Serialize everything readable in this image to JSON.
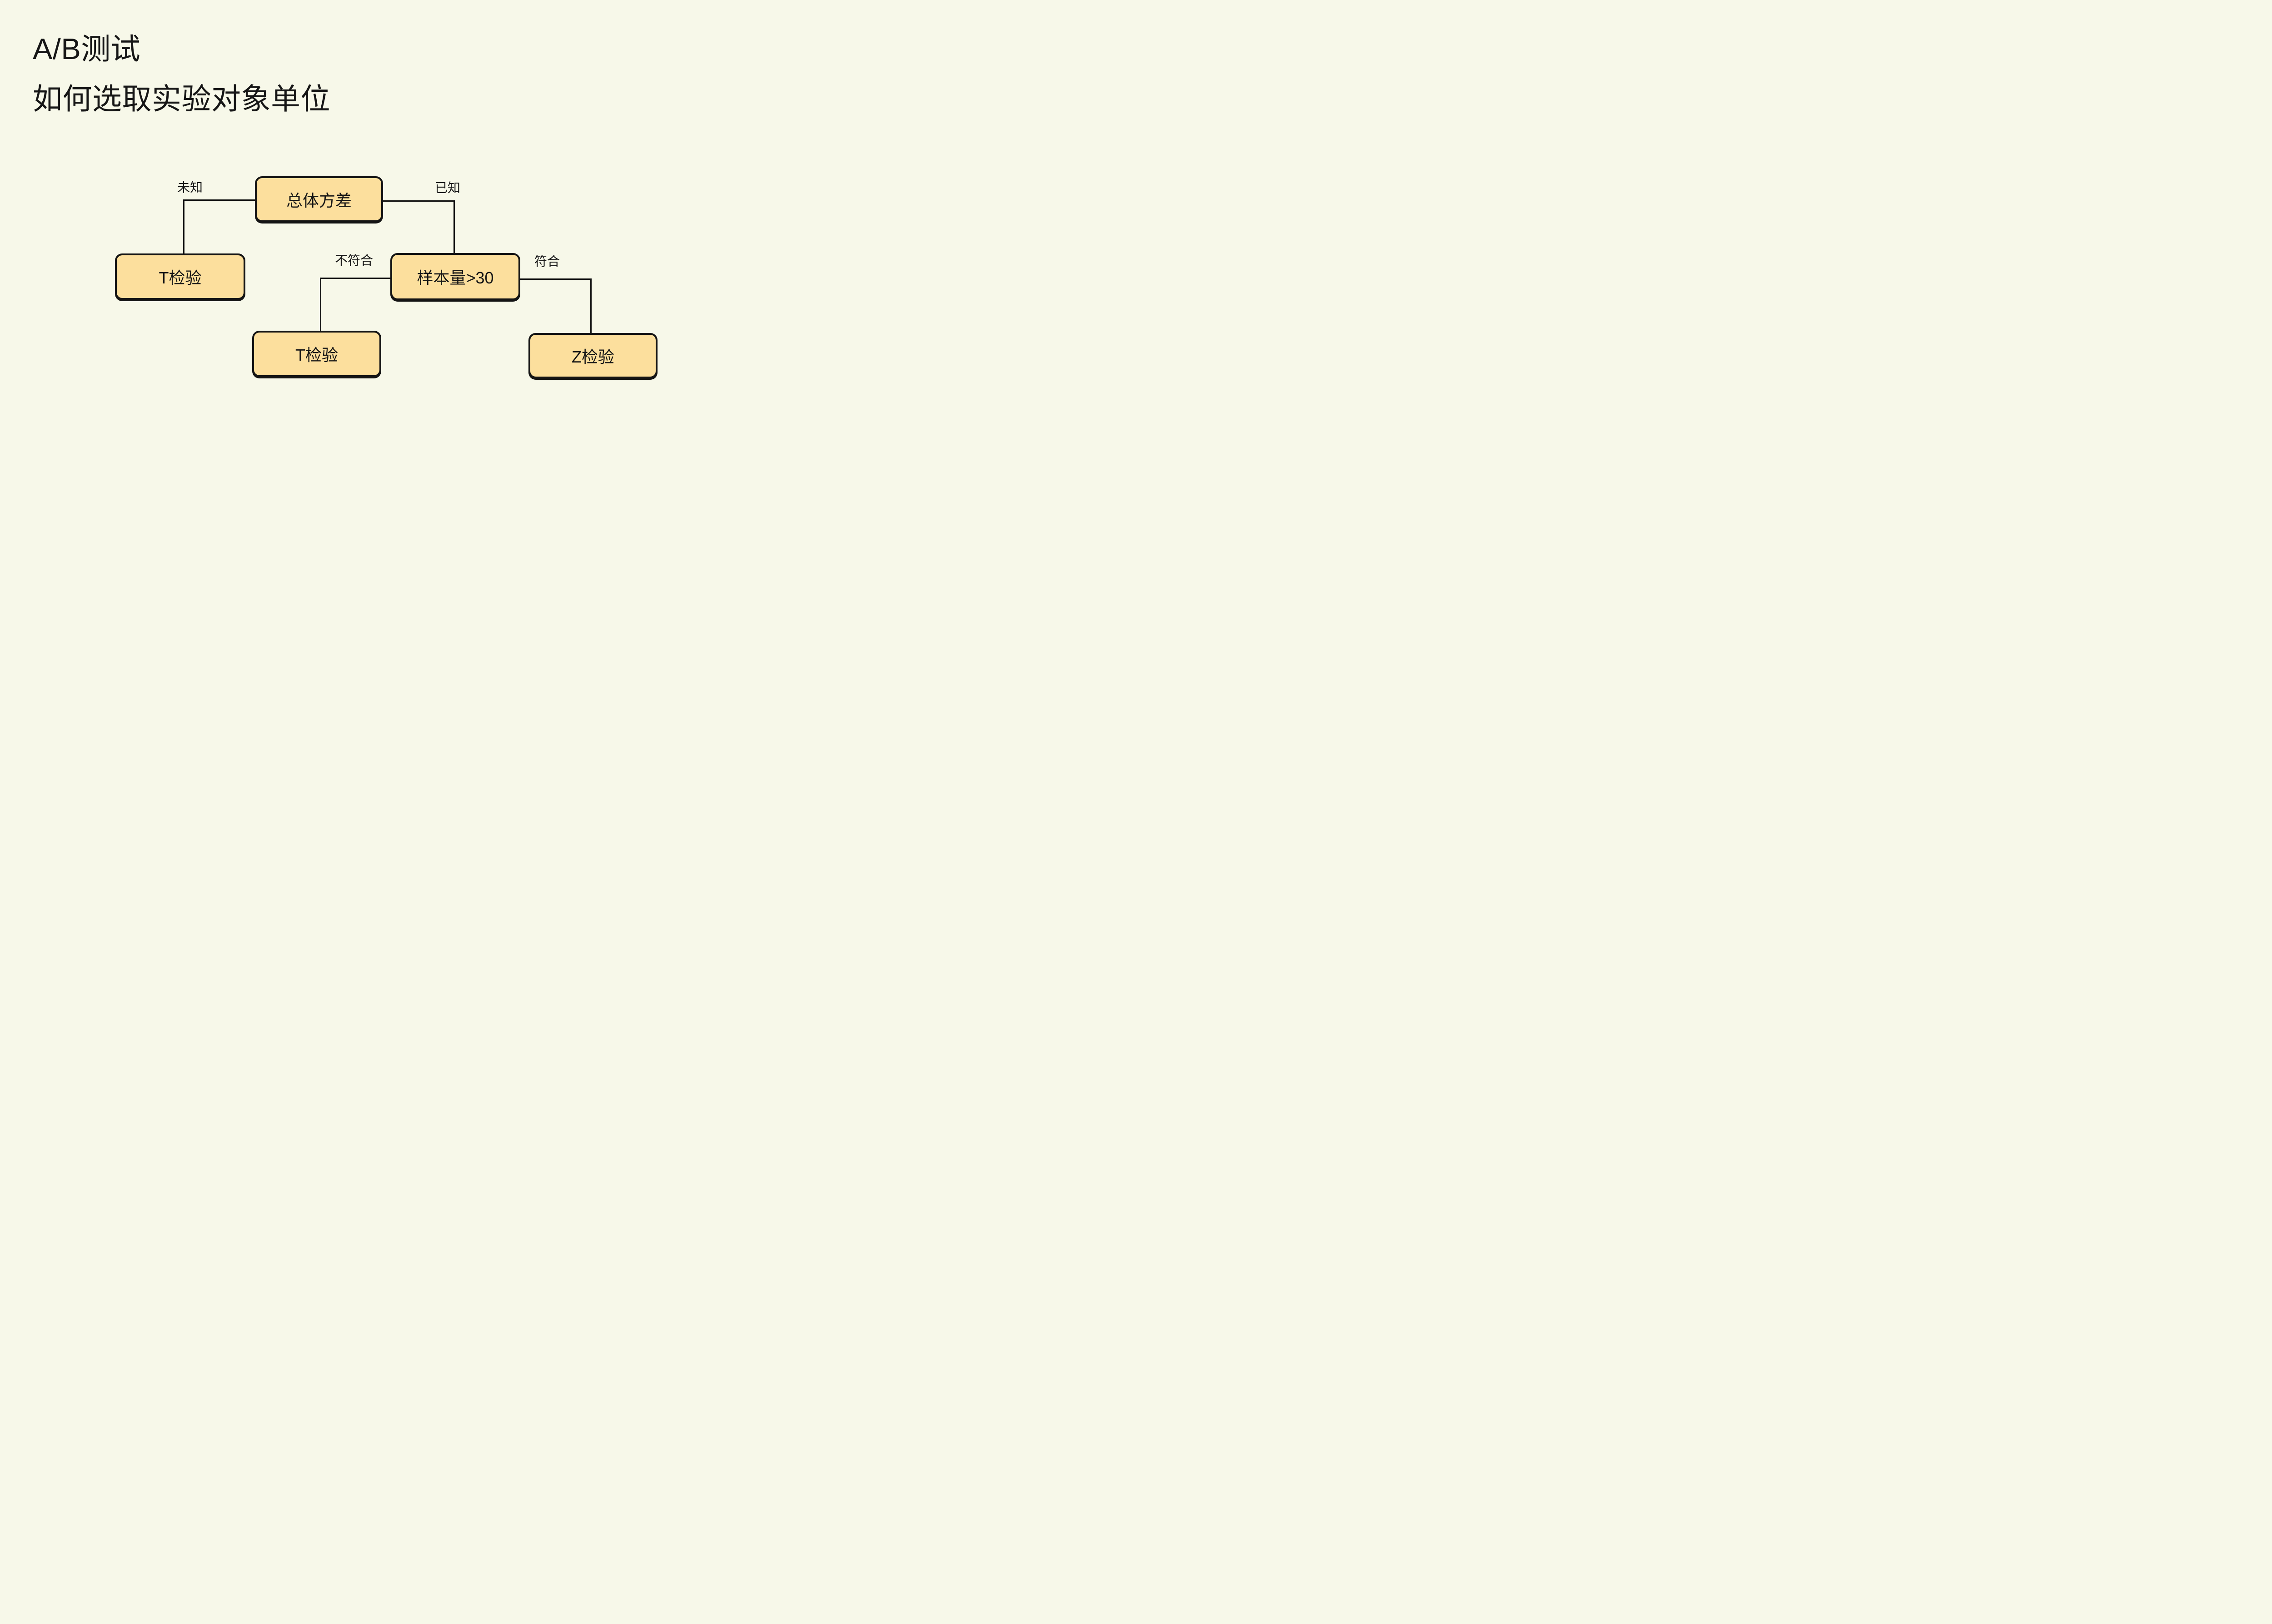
{
  "title": {
    "line1": "A/B测试",
    "line2": "如何选取实验对象单位"
  },
  "colors": {
    "background": "#F7F8E9",
    "node_fill": "#FCDF9D",
    "node_border": "#141414",
    "line": "#141414",
    "text": "#161616"
  },
  "diagram": {
    "nodes": [
      {
        "id": "population-variance",
        "label": "总体方差"
      },
      {
        "id": "t-test-left",
        "label": "T检验"
      },
      {
        "id": "sample-size",
        "label": "样本量>30"
      },
      {
        "id": "t-test-center",
        "label": "T检验"
      },
      {
        "id": "z-test",
        "label": "Z检验"
      }
    ],
    "edge_labels": [
      {
        "id": "unknown",
        "label": "未知"
      },
      {
        "id": "known",
        "label": "已知"
      },
      {
        "id": "not-met",
        "label": "不符合"
      },
      {
        "id": "met",
        "label": "符合"
      }
    ]
  }
}
